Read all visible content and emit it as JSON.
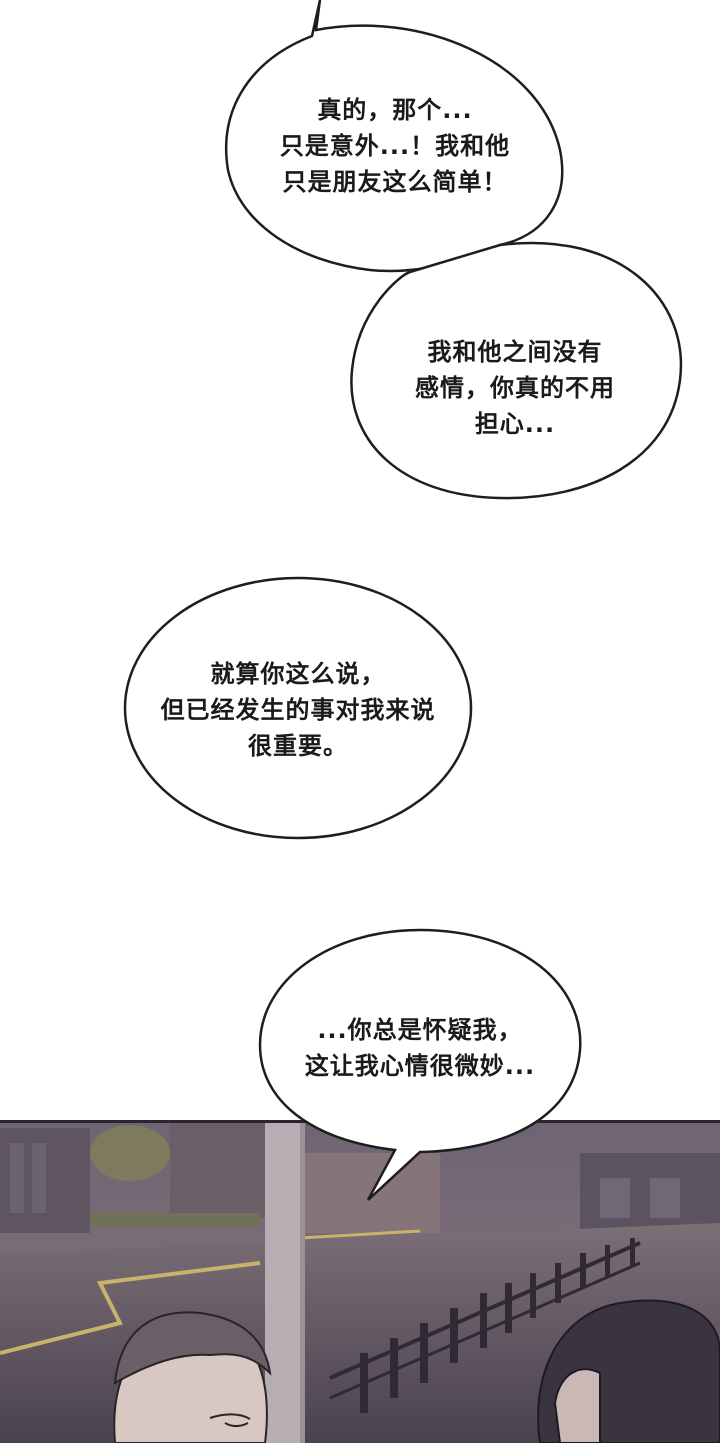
{
  "bubbles": [
    {
      "id": "b1",
      "lines": [
        "真的，那个...",
        "只是意外...！我和他",
        "只是朋友这么简单！"
      ]
    },
    {
      "id": "b2",
      "lines": [
        "我和他之间没有",
        "感情，你真的不用",
        "担心..."
      ]
    },
    {
      "id": "b3",
      "lines": [
        "就算你这么说，",
        "但已经发生的事对我来说",
        "很重要。"
      ]
    },
    {
      "id": "b4",
      "lines": [
        "...你总是怀疑我，",
        "这让我心情很微妙..."
      ]
    }
  ],
  "colors": {
    "page_background": "#ffffff",
    "bubble_fill": "#ffffff",
    "bubble_outline": "#1e1e1e",
    "text": "#1a1a1a",
    "scene_tint": "#5a4d5c"
  },
  "scene": {
    "description_icons": [
      "street-lamp-post",
      "roadside-fence",
      "building",
      "character-left-head",
      "character-right-head"
    ]
  }
}
